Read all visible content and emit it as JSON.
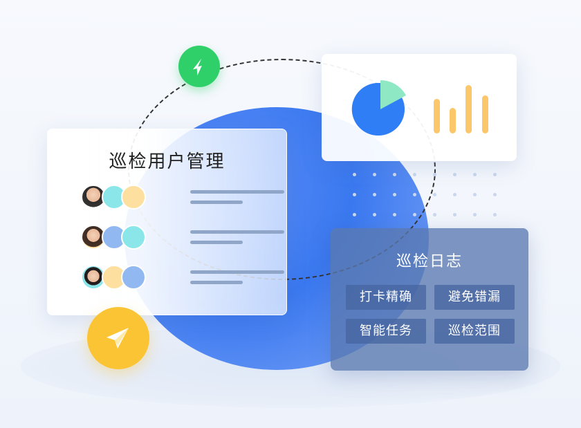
{
  "user_card": {
    "title": "巡检用户管理",
    "rows": [
      {
        "avatar_colors": [
          "#f6c9a5",
          "#8be6ea",
          "#fde0a0"
        ]
      },
      {
        "avatar_colors": [
          "#f6c9a5",
          "#92b8f2",
          "#8be6ea"
        ]
      },
      {
        "avatar_colors": [
          "#f6c9a5",
          "#fde0a0",
          "#92b8f2"
        ]
      }
    ]
  },
  "log_card": {
    "title": "巡检日志",
    "tags": [
      "打卡精确",
      "避免错漏",
      "智能任务",
      "巡检范围"
    ]
  },
  "chart_card": {
    "pie_colors": [
      "#2f7ef5",
      "#8ee8c4"
    ],
    "bar_color": "#fbc76a"
  },
  "colors": {
    "green_button": "#2fd06a",
    "yellow_button": "#fbc434",
    "main_circle": "#3a78f0"
  },
  "icons": {
    "green_button_icon": "download-arrow-icon",
    "yellow_button_icon": "paper-plane-icon"
  }
}
